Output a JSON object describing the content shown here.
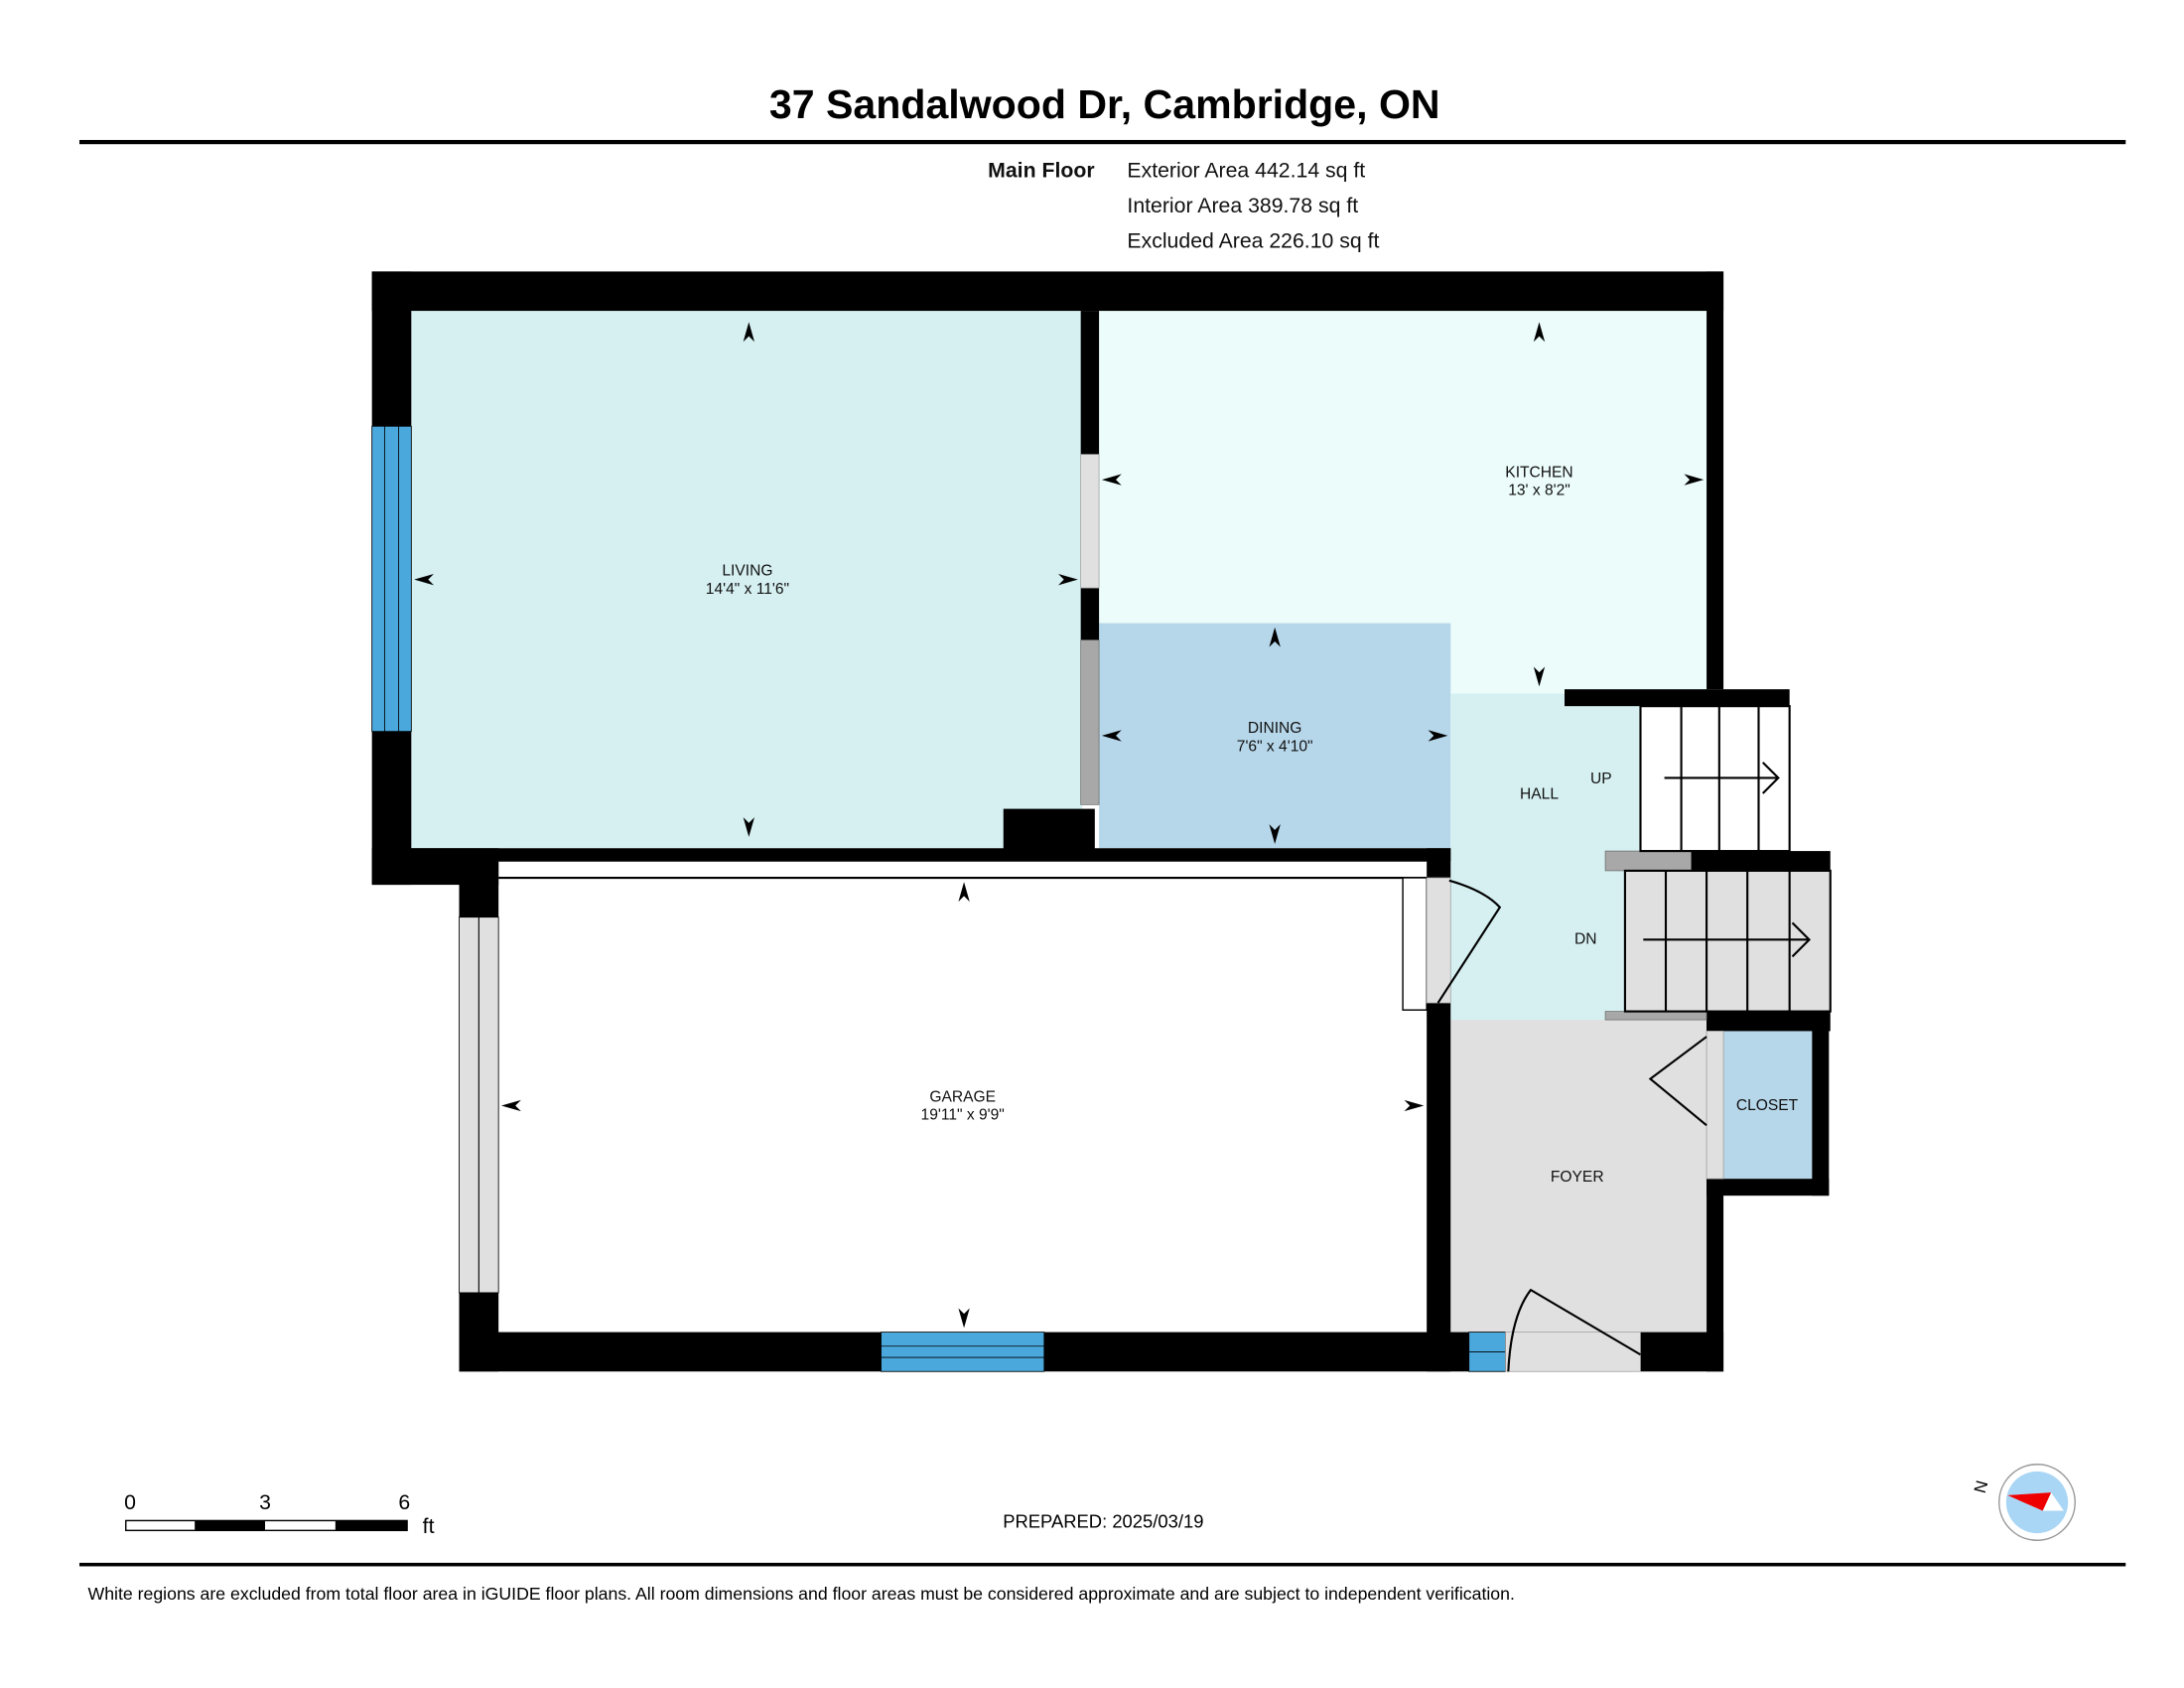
{
  "header": {
    "title": "37 Sandalwood Dr, Cambridge, ON",
    "floor_name": "Main Floor",
    "exterior_area": "Exterior Area 442.14 sq ft",
    "interior_area": "Interior Area 389.78 sq ft",
    "excluded_area": "Excluded Area 226.10 sq ft"
  },
  "rooms": {
    "living": {
      "name": "LIVING",
      "dims": "14'4\" x 11'6\""
    },
    "kitchen": {
      "name": "KITCHEN",
      "dims": "13' x 8'2\""
    },
    "dining": {
      "name": "DINING",
      "dims": "7'6\" x 4'10\""
    },
    "hall": {
      "name": "HALL"
    },
    "garage": {
      "name": "GARAGE",
      "dims": "19'11\" x 9'9\""
    },
    "foyer": {
      "name": "FOYER"
    },
    "closet": {
      "name": "CLOSET"
    },
    "stairs_up": "UP",
    "stairs_down": "DN"
  },
  "scale_bar": {
    "ticks": [
      "0",
      "3",
      "6"
    ],
    "unit": "ft"
  },
  "compass": {
    "label": "N"
  },
  "prepared": "PREPARED: 2025/03/19",
  "footer": "White regions are excluded from total floor area in iGUIDE floor plans. All room dimensions and floor areas must be considered approximate and are subject to independent verification.",
  "colors": {
    "living": "#d6f0f2",
    "kitchen": "#ebfcfa",
    "dining": "#b6d6e9",
    "closet": "#b6d6e9",
    "foyer": "#e0e0e0",
    "window": "#4aa8dc",
    "wall": "#000000"
  }
}
